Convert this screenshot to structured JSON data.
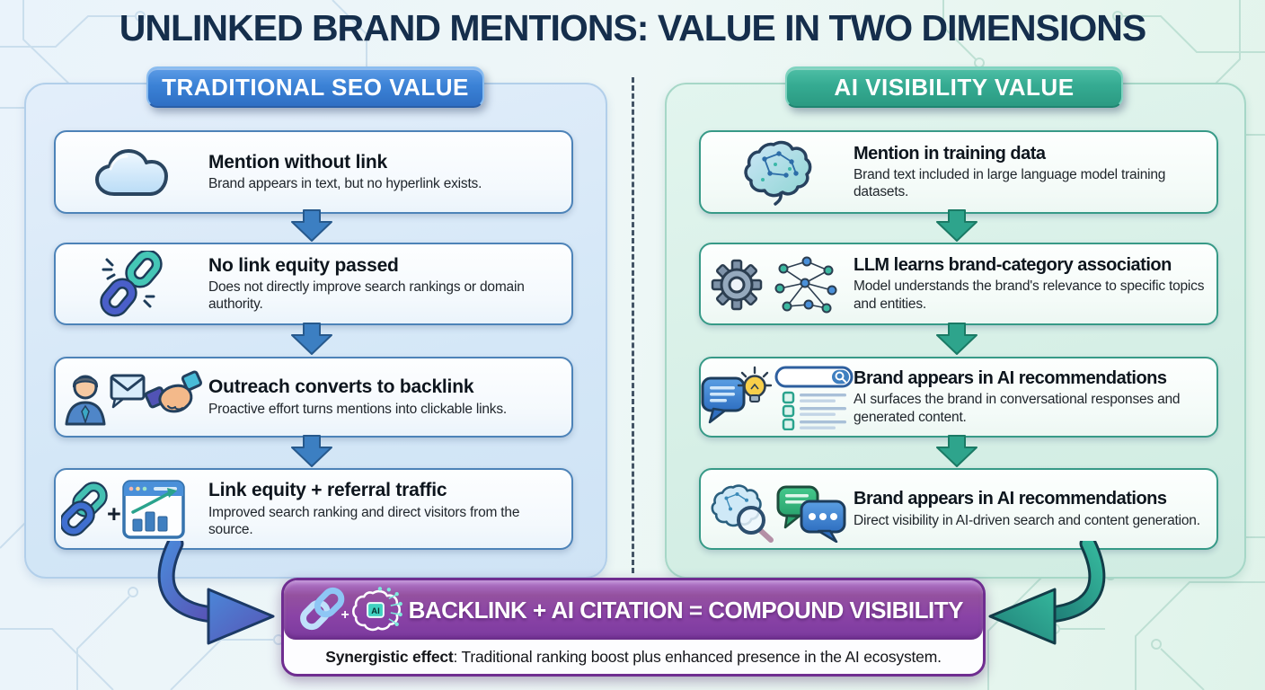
{
  "title": "UNLINKED BRAND MENTIONS: VALUE IN TWO DIMENSIONS",
  "left": {
    "header": "TRADITIONAL SEO VALUE",
    "cards": [
      {
        "icon": "cloud-icon",
        "title": "Mention without link",
        "desc": "Brand appears in text, but no hyperlink exists."
      },
      {
        "icon": "broken-link-icon",
        "title": "No link equity passed",
        "desc": "Does not directly improve search rankings or domain authority."
      },
      {
        "icon": "person-email-handshake-icons",
        "title": "Outreach converts to backlink",
        "desc": "Proactive effort turns mentions into clickable links."
      },
      {
        "icon": "link-plus-chart-icons",
        "title": "Link equity + referral traffic",
        "desc": "Improved search ranking and direct visitors from the source."
      }
    ]
  },
  "right": {
    "header": "AI VISIBILITY VALUE",
    "cards": [
      {
        "icon": "brain-circuit-icon",
        "title": "Mention in training data",
        "desc": "Brand text included in large language model training datasets."
      },
      {
        "icon": "gear-network-icons",
        "title": "LLM learns brand-category association",
        "desc": "Model understands the brand's relevance to specific topics and entities."
      },
      {
        "icon": "chat-bulb-search-icons",
        "title": "Brand appears in AI recommendations",
        "desc": "AI surfaces the brand in conversational responses and generated content."
      },
      {
        "icon": "brain-magnifier-chat-icons",
        "title": "Brand appears in AI recommendations",
        "desc": "Direct visibility in AI-driven search and content generation."
      }
    ]
  },
  "banner": {
    "title": "BACKLINK + AI CITATION = COMPOUND VISIBILITY",
    "subtitle_label": "Synergistic effect",
    "subtitle_text": ": Traditional ranking boost plus enhanced presence in the AI ecosystem.",
    "plus_sign": "+",
    "ai_chip": "AI"
  },
  "misc": {
    "link_plus": "+"
  },
  "colors": {
    "blue_accent": "#2f6fc4",
    "teal_accent": "#2b9a82",
    "banner_purple": "#7b3a9e",
    "title_navy": "#152e4c",
    "left_card_border": "#4d83b8",
    "right_card_border": "#379a87"
  }
}
